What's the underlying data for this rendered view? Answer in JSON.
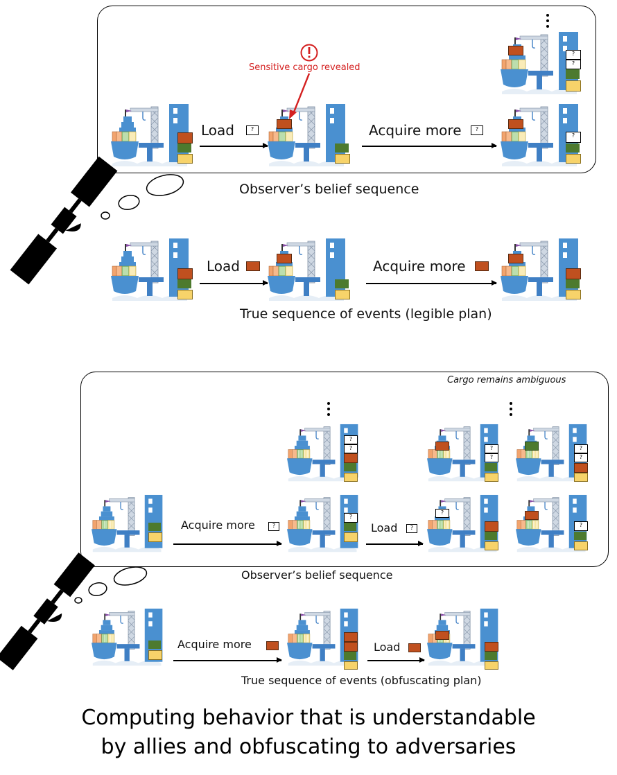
{
  "top": {
    "alert_label": "Sensitive cargo revealed",
    "belief_caption": "Observer’s belief sequence",
    "true_caption": "True sequence of events (legible plan)",
    "action_load": "Load",
    "action_acquire": "Acquire more",
    "unknown_symbol": "?"
  },
  "bottom": {
    "note": "Cargo remains ambiguous",
    "belief_caption": "Observer’s belief sequence",
    "true_caption": "True sequence of events (obfuscating plan)",
    "action_load": "Load",
    "action_acquire": "Acquire more",
    "unknown_symbol": "?"
  },
  "caption": {
    "line1": "Computing behavior that is understandable",
    "line2": "by allies and obfuscating to adversaries"
  },
  "colors": {
    "ship_hull": "#4a90d0",
    "crane": "#3f7fc4",
    "cargo_sensitive": "#c0501f",
    "cargo_green": "#4d7a2e",
    "cargo_yellow": "#f7d36a",
    "alert_red": "#d42020",
    "satellite": "#000000"
  },
  "icons": [
    "satellite-icon",
    "thought-bubble",
    "cargo-ship-icon",
    "port-crane-icon",
    "alert-icon",
    "question-mark-box-icon",
    "ellipsis-icon"
  ]
}
